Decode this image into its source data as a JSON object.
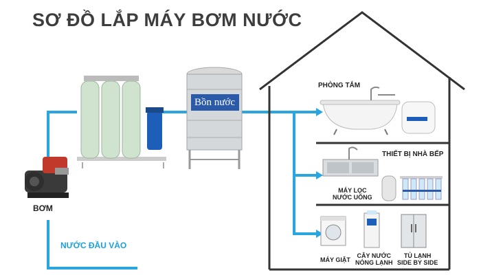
{
  "title": "SƠ ĐỒ LẮP MÁY BƠM NƯỚC",
  "colors": {
    "pipe": "#29a6df",
    "house_outline": "#333333",
    "tank_label_bg": "#2a5aa8",
    "filter_body": "#cfe3cf"
  },
  "labels": {
    "pump": "BƠM",
    "inlet": "NƯỚC ĐẦU VÀO",
    "tank": "Bồn nước",
    "bathroom": "PHÒNG TẮM",
    "kitchen": "THIẾT BỊ NHÀ BẾP",
    "water_purifier_line1": "MÁY LỌC",
    "water_purifier_line2": "NƯỚC UỐNG",
    "washer": "MÁY GIẶT",
    "dispenser_line1": "CÂY NƯỚC",
    "dispenser_line2": "NÓNG LẠNH",
    "fridge_line1": "TỦ LẠNH",
    "fridge_line2": "SIDE BY SIDE"
  },
  "icons": [
    "pump-icon",
    "filter-system-icon",
    "water-tank-icon",
    "bathtub-icon",
    "shower-icon",
    "water-heater-icon",
    "kitchen-sink-icon",
    "ro-purifier-icon",
    "washing-machine-icon",
    "water-dispenser-icon",
    "fridge-icon"
  ]
}
